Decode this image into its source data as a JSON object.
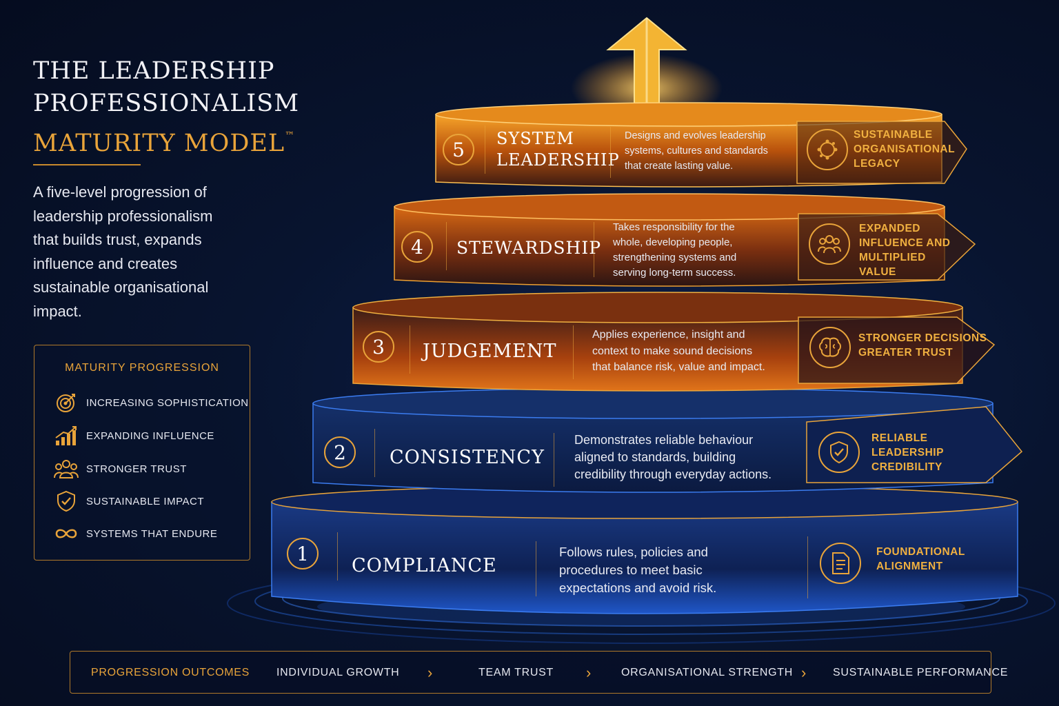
{
  "title": {
    "line1": "THE LEADERSHIP",
    "line2": "PROFESSIONALISM",
    "line3": "MATURITY MODEL",
    "trademark": "™"
  },
  "intro": "A five-level progression of leadership professionalism that builds trust, expands influence and creates sustainable organisational impact.",
  "maturity_progression": {
    "heading": "MATURITY PROGRESSION",
    "items": [
      {
        "label": "INCREASING SOPHISTICATION",
        "icon": "target-icon"
      },
      {
        "label": "EXPANDING INFLUENCE",
        "icon": "growth-chart-icon"
      },
      {
        "label": "STRONGER TRUST",
        "icon": "people-icon"
      },
      {
        "label": "SUSTAINABLE IMPACT",
        "icon": "shield-check-icon"
      },
      {
        "label": "SYSTEMS THAT ENDURE",
        "icon": "infinity-icon"
      }
    ]
  },
  "levels": [
    {
      "number": "5",
      "name": "SYSTEM LEADERSHIP",
      "description": "Designs and evolves leadership systems, cultures and standards that create lasting value.",
      "outcome": "SUSTAINABLE ORGANISATIONAL LEGACY",
      "icon": "network-icon"
    },
    {
      "number": "4",
      "name": "STEWARDSHIP",
      "description": "Takes responsibility for the whole, developing people, strengthening systems and serving long-term success.",
      "outcome": "EXPANDED INFLUENCE AND MULTIPLIED VALUE",
      "icon": "group-icon"
    },
    {
      "number": "3",
      "name": "JUDGEMENT",
      "description": "Applies experience, insight and context to make sound decisions that balance risk, value and impact.",
      "outcome": "STRONGER DECISIONS GREATER TRUST",
      "icon": "brain-icon"
    },
    {
      "number": "2",
      "name": "CONSISTENCY",
      "description": "Demonstrates reliable behaviour aligned to standards, building credibility through everyday actions.",
      "outcome": "RELIABLE LEADERSHIP CREDIBILITY",
      "icon": "shield-check-icon"
    },
    {
      "number": "1",
      "name": "COMPLIANCE",
      "description": "Follows rules, policies and procedures to meet basic expectations and avoid risk.",
      "outcome": "FOUNDATIONAL ALIGNMENT",
      "icon": "document-icon"
    }
  ],
  "progression_outcomes": {
    "label": "PROGRESSION OUTCOMES",
    "steps": [
      "INDIVIDUAL GROWTH",
      "TEAM TRUST",
      "ORGANISATIONAL STRENGTH",
      "SUSTAINABLE PERFORMANCE"
    ]
  },
  "colors": {
    "gold": "#e9a43a",
    "navy_background": "#08142f",
    "blue_tier": "#12285e",
    "amber_tier": "#a8480e"
  }
}
